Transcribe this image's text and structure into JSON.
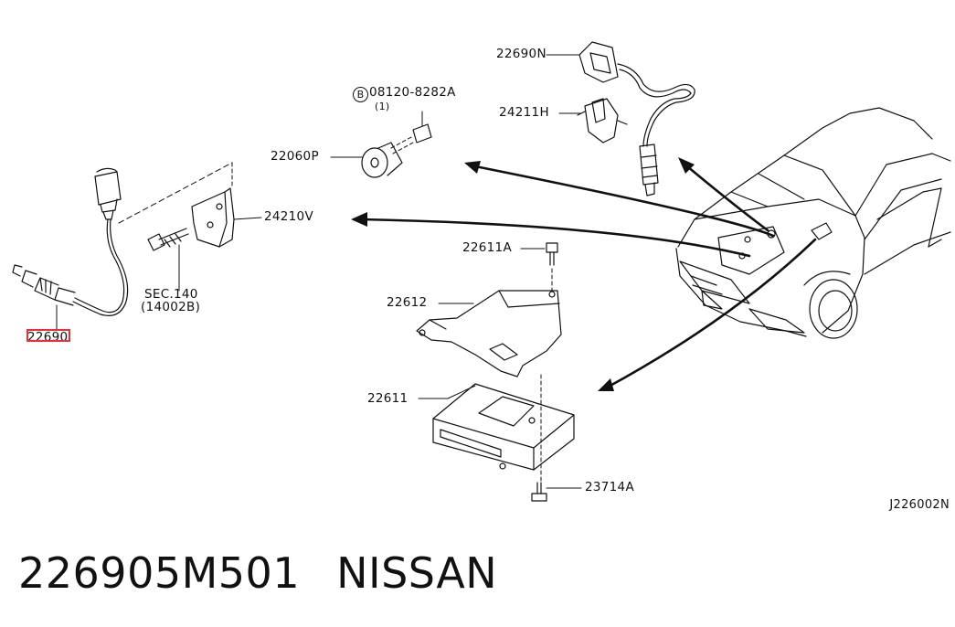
{
  "labels": {
    "sensor_upper": "22690N",
    "clip": "24211H",
    "bolt": "08120-8282A",
    "bolt_qty": "(1)",
    "bolt_mark": "B",
    "knock_sensor": "22060P",
    "bracket": "24210V",
    "sec_ref": "SEC.140",
    "sec_sub": "(14002B)",
    "sensor_left": "22690",
    "ecu_bolt_top": "22611A",
    "ecu_bracket": "22612",
    "ecu": "22611",
    "ecu_bolt_bottom": "23714A",
    "diagram_code": "J226002N"
  },
  "caption": {
    "part_number": "226905M501",
    "brand": "NISSAN"
  },
  "colors": {
    "line": "#111111",
    "highlight": "#e8303a",
    "background": "#ffffff"
  }
}
